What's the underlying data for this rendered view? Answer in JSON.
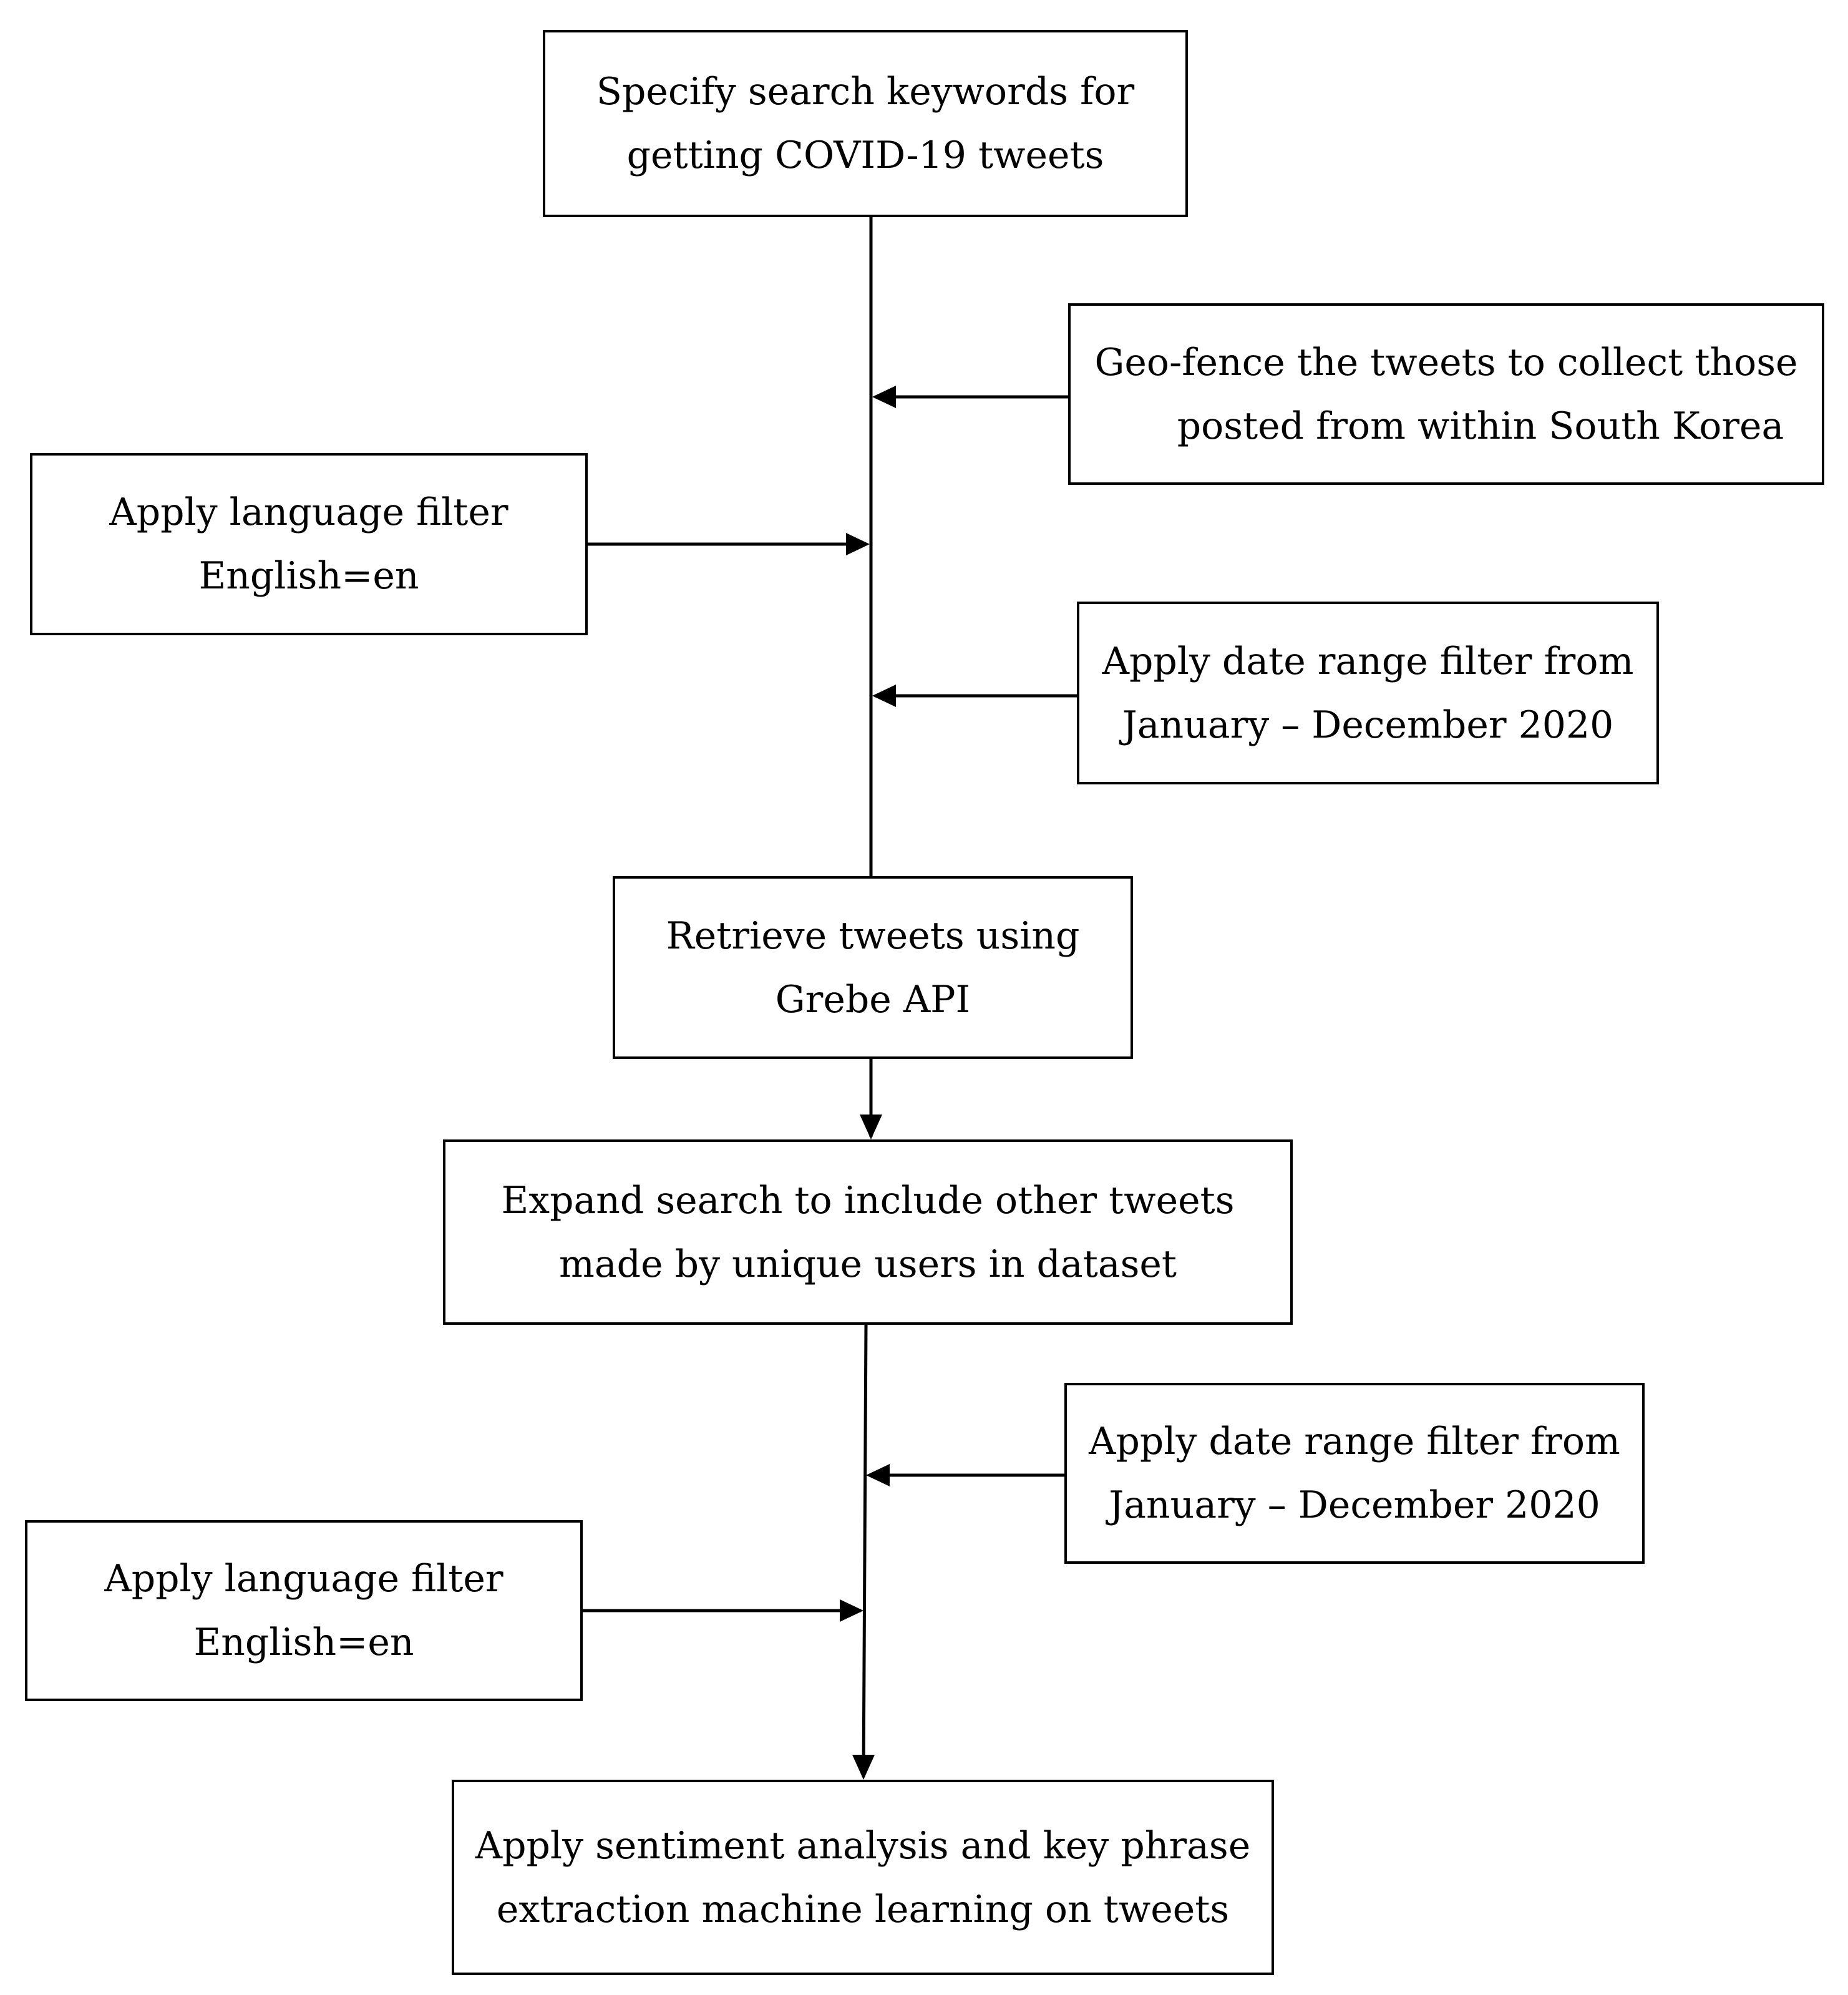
{
  "nodes": {
    "keywords": {
      "line1": "Specify search keywords for",
      "line2": "getting COVID-19 tweets"
    },
    "geofence": {
      "line1": "Geo-fence the tweets to collect those",
      "line2": "posted from within South Korea"
    },
    "language_filter_1": {
      "line1": "Apply language filter",
      "line2": "English=en"
    },
    "date_filter_1": {
      "line1": "Apply date range filter from",
      "line2": "January – December 2020"
    },
    "retrieve": {
      "line1": "Retrieve tweets using",
      "line2": "Grebe API"
    },
    "expand": {
      "line1": "Expand search to include other tweets",
      "line2": "made by unique users in dataset"
    },
    "date_filter_2": {
      "line1": "Apply date range filter from",
      "line2": "January – December 2020"
    },
    "language_filter_2": {
      "line1": "Apply language filter",
      "line2": "English=en"
    },
    "sentiment": {
      "line1": "Apply sentiment analysis and key phrase",
      "line2": "extraction machine learning on tweets"
    }
  }
}
